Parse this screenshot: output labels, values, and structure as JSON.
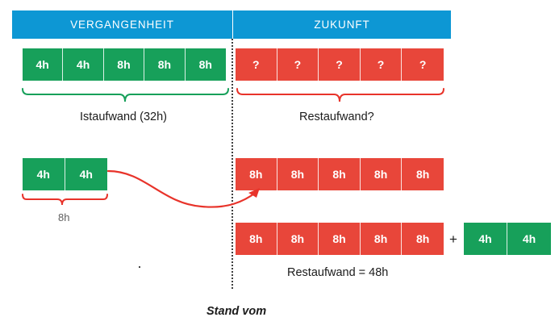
{
  "diagram": {
    "title_past": "VERGANGENHEIT",
    "title_future": "ZUKUNFT",
    "colors": {
      "header_blue": "#0d97d4",
      "green": "#17a05a",
      "red": "#e8463a",
      "divider": "#3f3f3f",
      "text": "#1b1b1b",
      "muted": "#606060"
    },
    "row1": {
      "past_cells": [
        "4h",
        "4h",
        "8h",
        "8h",
        "8h"
      ],
      "future_cells": [
        "?",
        "?",
        "?",
        "?",
        "?"
      ],
      "past_bracket_label": "Istaufwand (32h)",
      "future_bracket_label": "Restaufwand?"
    },
    "row2": {
      "past_cells": [
        "4h",
        "4h"
      ],
      "past_bracket_label": "8h",
      "future_cells": [
        "8h",
        "8h",
        "8h",
        "8h",
        "8h"
      ]
    },
    "row3": {
      "future_cells": [
        "8h",
        "8h",
        "8h",
        "8h",
        "8h"
      ],
      "plus_sign": "+",
      "extra_cells": [
        "4h",
        "4h"
      ],
      "caption": "Restaufwand = 48h"
    },
    "footer": {
      "stand_vom": "Stand vom"
    }
  }
}
